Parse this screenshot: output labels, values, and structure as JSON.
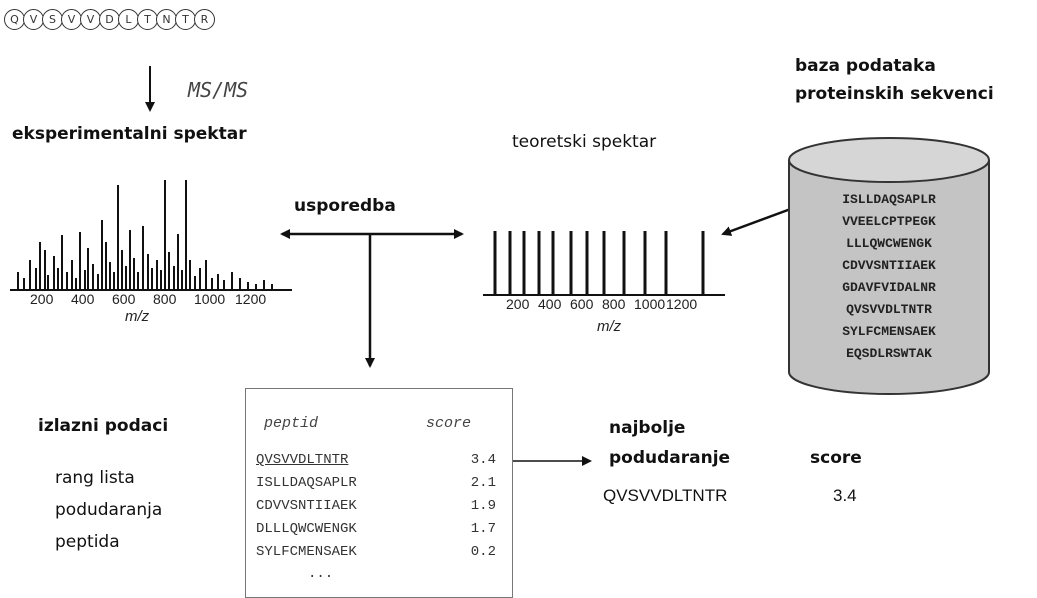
{
  "peptide_circles": [
    "Q",
    "V",
    "S",
    "V",
    "V",
    "D",
    "L",
    "T",
    "N",
    "T",
    "R"
  ],
  "ms_label": "MS/MS",
  "experimental_title": "eksperimentalni spektar",
  "theoretical_title": "teoretski spektar",
  "comparison_label": "usporedba",
  "database_title_line1": "baza podataka",
  "database_title_line2": "proteinskih sekvenci",
  "database_sequences": [
    "ISLLDAQSAPLR",
    "VVEELCPTPEGK",
    "LLLQWCWENGK",
    "CDVVSNTIIAEK",
    "GDAVFVIDALNR",
    "QVSVVDLTNTR",
    "SYLFCMENSAEK",
    "EQSDLRSWTAK"
  ],
  "experimental_ticks": [
    "200",
    "400",
    "600",
    "800",
    "1000",
    "1200"
  ],
  "theoretical_ticks": [
    "200",
    "400",
    "600",
    "800",
    "1000",
    "1200"
  ],
  "mz_label": "m/z",
  "output_title": "izlazni podaci",
  "output_desc": [
    "rang lista",
    "podudaranja",
    "peptida"
  ],
  "table": {
    "col_peptide": "peptid",
    "col_score": "score",
    "rows": [
      {
        "peptide": "QVSVVDLTNTR",
        "score": "3.4"
      },
      {
        "peptide": "ISLLDAQSAPLR",
        "score": "2.1"
      },
      {
        "peptide": "CDVVSNTIIAEK",
        "score": "1.9"
      },
      {
        "peptide": "DLLLQWCWENGK",
        "score": "1.7"
      },
      {
        "peptide": "SYLFCMENSAEK",
        "score": "0.2"
      }
    ],
    "ellipsis": "..."
  },
  "best_match": {
    "title_line1": "najbolje",
    "title_line2": "podudaranje",
    "score_header": "score",
    "peptide": "QVSVVDLTNTR",
    "score": "3.4"
  }
}
